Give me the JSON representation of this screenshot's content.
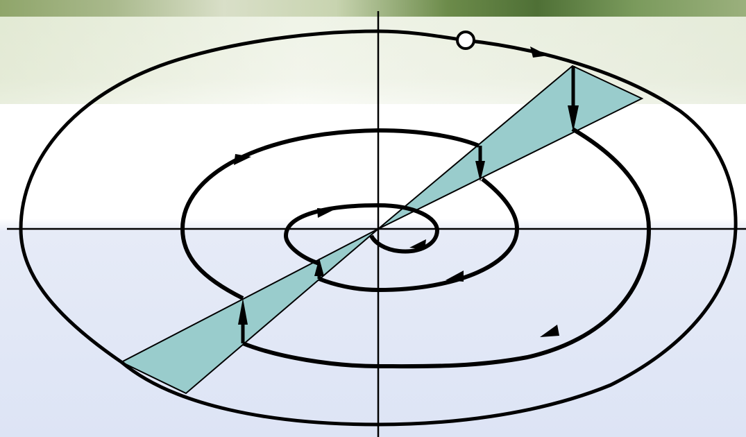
{
  "figure": {
    "kind": "phase-portrait-spiral",
    "description_colors": {
      "curve": "#000000",
      "wedge_fill": "#99cccc",
      "start_marker_fill": "#ffffff"
    },
    "elements": {
      "axes": [
        "horizontal-axis",
        "vertical-axis"
      ],
      "spiral_turns": 4,
      "start_marker": "open-circle",
      "flow_arrows_on_curve": 6,
      "transition_arrows": 4
    }
  }
}
